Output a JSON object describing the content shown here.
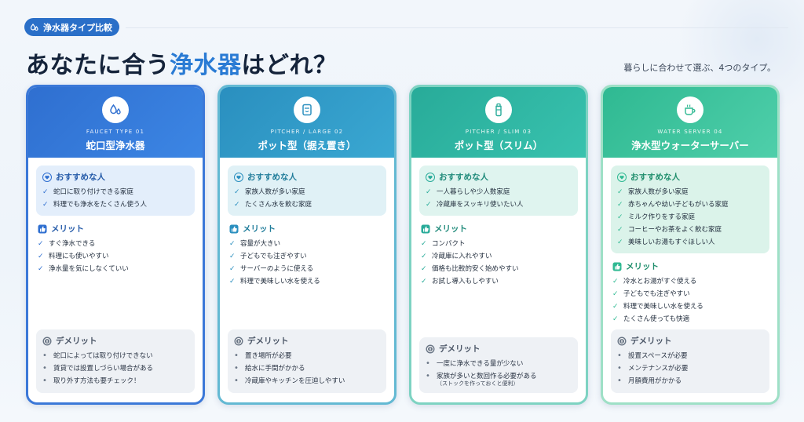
{
  "header": {
    "badge": "浄水器タイプ比較",
    "title_pre": "あなたに合う",
    "title_hl": "浄水器",
    "title_post": "はどれ？",
    "subtitle": "暮らしに合わせて選ぶ、4つのタイプ。"
  },
  "labels": {
    "recommended": "おすすめな人",
    "merit": "メリット",
    "demerit": "デメリット"
  },
  "colors": {
    "accent": "#2a7bd4",
    "faucet": "#2f6fd0",
    "pitcher_large": "#2a8fbf",
    "pitcher_slim": "#28ab99",
    "server": "#2fb992"
  },
  "cards": [
    {
      "icon": "water-drops-icon",
      "code": "FAUCET TYPE 01",
      "name": "蛇口型浄水器",
      "recommended": [
        "蛇口に取り付けできる家庭",
        "料理でも浄水をたくさん使う人"
      ],
      "merits": [
        "すぐ浄水できる",
        "料理にも使いやすい",
        "浄水量を気にしなくていい"
      ],
      "demerits": [
        "蛇口によっては取り付けできない",
        "賃貸では設置しづらい場合がある",
        "取り外す方法も要チェック！"
      ]
    },
    {
      "icon": "pitcher-icon",
      "code": "PITCHER / LARGE 02",
      "name": "ポット型（据え置き）",
      "recommended": [
        "家族人数が多い家庭",
        "たくさん水を飲む家庭"
      ],
      "merits": [
        "容量が大きい",
        "子どもでも注ぎやすい",
        "サーバーのように使える",
        "料理で美味しい水を使える"
      ],
      "demerits": [
        "置き場所が必要",
        "給水に手間がかかる",
        "冷蔵庫やキッチンを圧迫しやすい"
      ]
    },
    {
      "icon": "bottle-icon",
      "code": "PITCHER / SLIM 03",
      "name": "ポット型（スリム）",
      "recommended": [
        "一人暮らしや少人数家庭",
        "冷蔵庫をスッキリ使いたい人"
      ],
      "merits": [
        "コンパクト",
        "冷蔵庫に入れやすい",
        "価格も比較的安く始めやすい",
        "お試し導入もしやすい"
      ],
      "demerits": [
        "一度に浄水できる量が少ない",
        "家族が多いと数回作る必要がある"
      ],
      "demerit_note": "（ストックを作っておくと便利）"
    },
    {
      "icon": "cup-icon",
      "code": "WATER SERVER 04",
      "name": "浄水型ウォーターサーバー",
      "recommended": [
        "家族人数が多い家庭",
        "赤ちゃんや幼い子どもがいる家庭",
        "ミルク作りをする家庭",
        "コーヒーやお茶をよく飲む家庭",
        "美味しいお湯もすぐほしい人"
      ],
      "merits": [
        "冷水とお湯がすぐ使える",
        "子どもでも注ぎやすい",
        "料理で美味しい水を使える",
        "たくさん使っても快適"
      ],
      "demerits": [
        "設置スペースが必要",
        "メンテナンスが必要",
        "月額費用がかかる"
      ]
    }
  ]
}
